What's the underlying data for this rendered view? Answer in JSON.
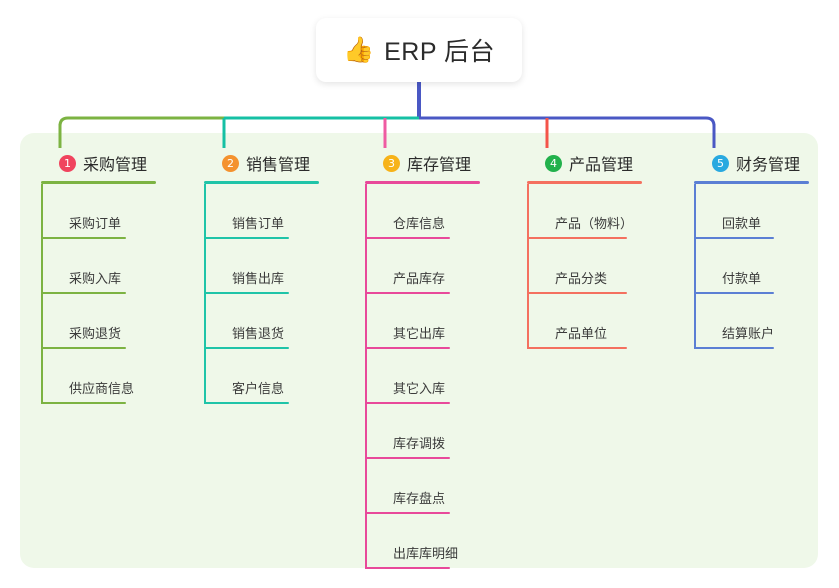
{
  "root": {
    "icon": "thumbs-up-icon",
    "emoji": "👍",
    "title": "ERP 后台"
  },
  "theme": {
    "panel_bg": "#eff8e9",
    "page_bg": "#ffffff",
    "root_stem": "#4a58c4"
  },
  "branches": [
    {
      "number": "1",
      "label": "采购管理",
      "badge_color": "#f0445e",
      "line_color": "#7cb342",
      "connector_color": "#7cb342",
      "head_rule_width": 115,
      "leaf_rule_width": 85,
      "items": [
        "采购订单",
        "采购入库",
        "采购退货",
        "供应商信息"
      ]
    },
    {
      "number": "2",
      "label": "销售管理",
      "badge_color": "#f4922f",
      "line_color": "#1fc4a8",
      "connector_color": "#15c0a4",
      "head_rule_width": 115,
      "leaf_rule_width": 85,
      "items": [
        "销售订单",
        "销售出库",
        "销售退货",
        "客户信息"
      ]
    },
    {
      "number": "3",
      "label": "库存管理",
      "badge_color": "#f7b319",
      "line_color": "#e8499a",
      "connector_color": "#ef5ba2",
      "head_rule_width": 115,
      "leaf_rule_width": 85,
      "items": [
        "仓库信息",
        "产品库存",
        "其它出库",
        "其它入库",
        "库存调拨",
        "库存盘点",
        "出库库明细"
      ]
    },
    {
      "number": "4",
      "label": "产品管理",
      "badge_color": "#22b14c",
      "line_color": "#f4705f",
      "connector_color": "#f4544a",
      "head_rule_width": 115,
      "leaf_rule_width": 100,
      "items": [
        "产品（物料）",
        "产品分类",
        "产品单位"
      ]
    },
    {
      "number": "5",
      "label": "财务管理",
      "badge_color": "#29a9e0",
      "line_color": "#5b7fd4",
      "connector_color": "#4a58c4",
      "head_rule_width": 115,
      "leaf_rule_width": 80,
      "items": [
        "回款单",
        "付款单",
        "结算账户"
      ]
    }
  ]
}
